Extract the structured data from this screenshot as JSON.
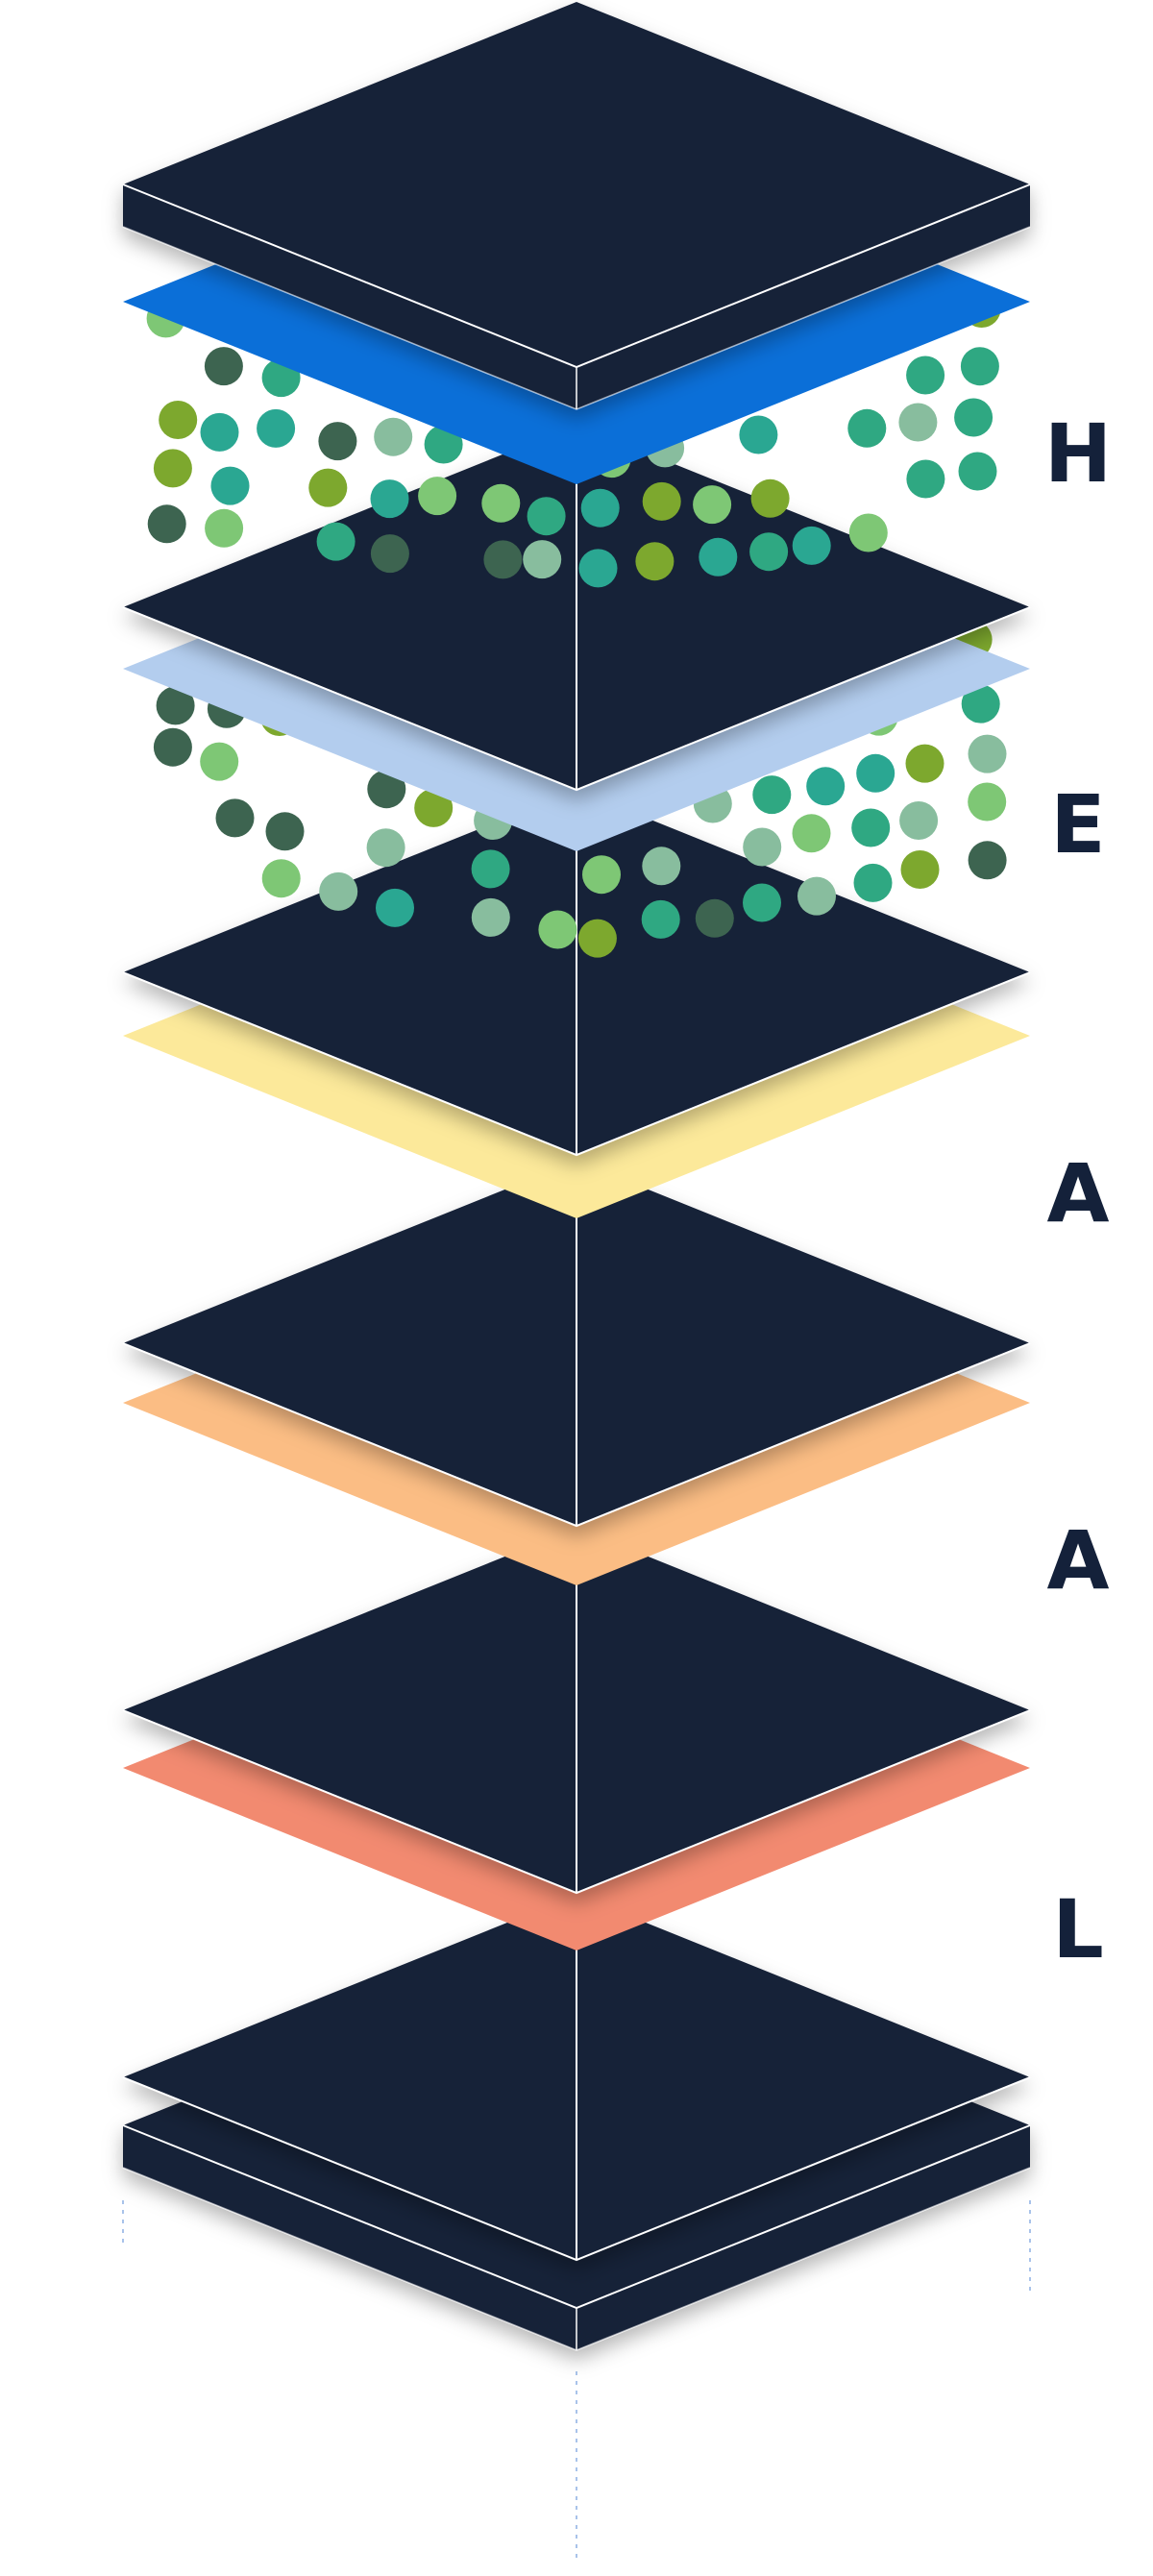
{
  "layers": [
    {
      "letter": "H",
      "color": "#0b6fd8"
    },
    {
      "letter": "E",
      "color": "#b3cdee"
    },
    {
      "letter": "A",
      "color": "#fce99a"
    },
    {
      "letter": "A",
      "color": "#fbbd84"
    },
    {
      "letter": "L",
      "color": "#f28a70"
    }
  ],
  "colors": {
    "slab": "#152037",
    "edge": "#ffffff",
    "guide": "#a9c3ea",
    "dots": [
      "#2fa882",
      "#7ec775",
      "#3d6450",
      "#88bd9e",
      "#7da82e",
      "#2aa792"
    ]
  }
}
